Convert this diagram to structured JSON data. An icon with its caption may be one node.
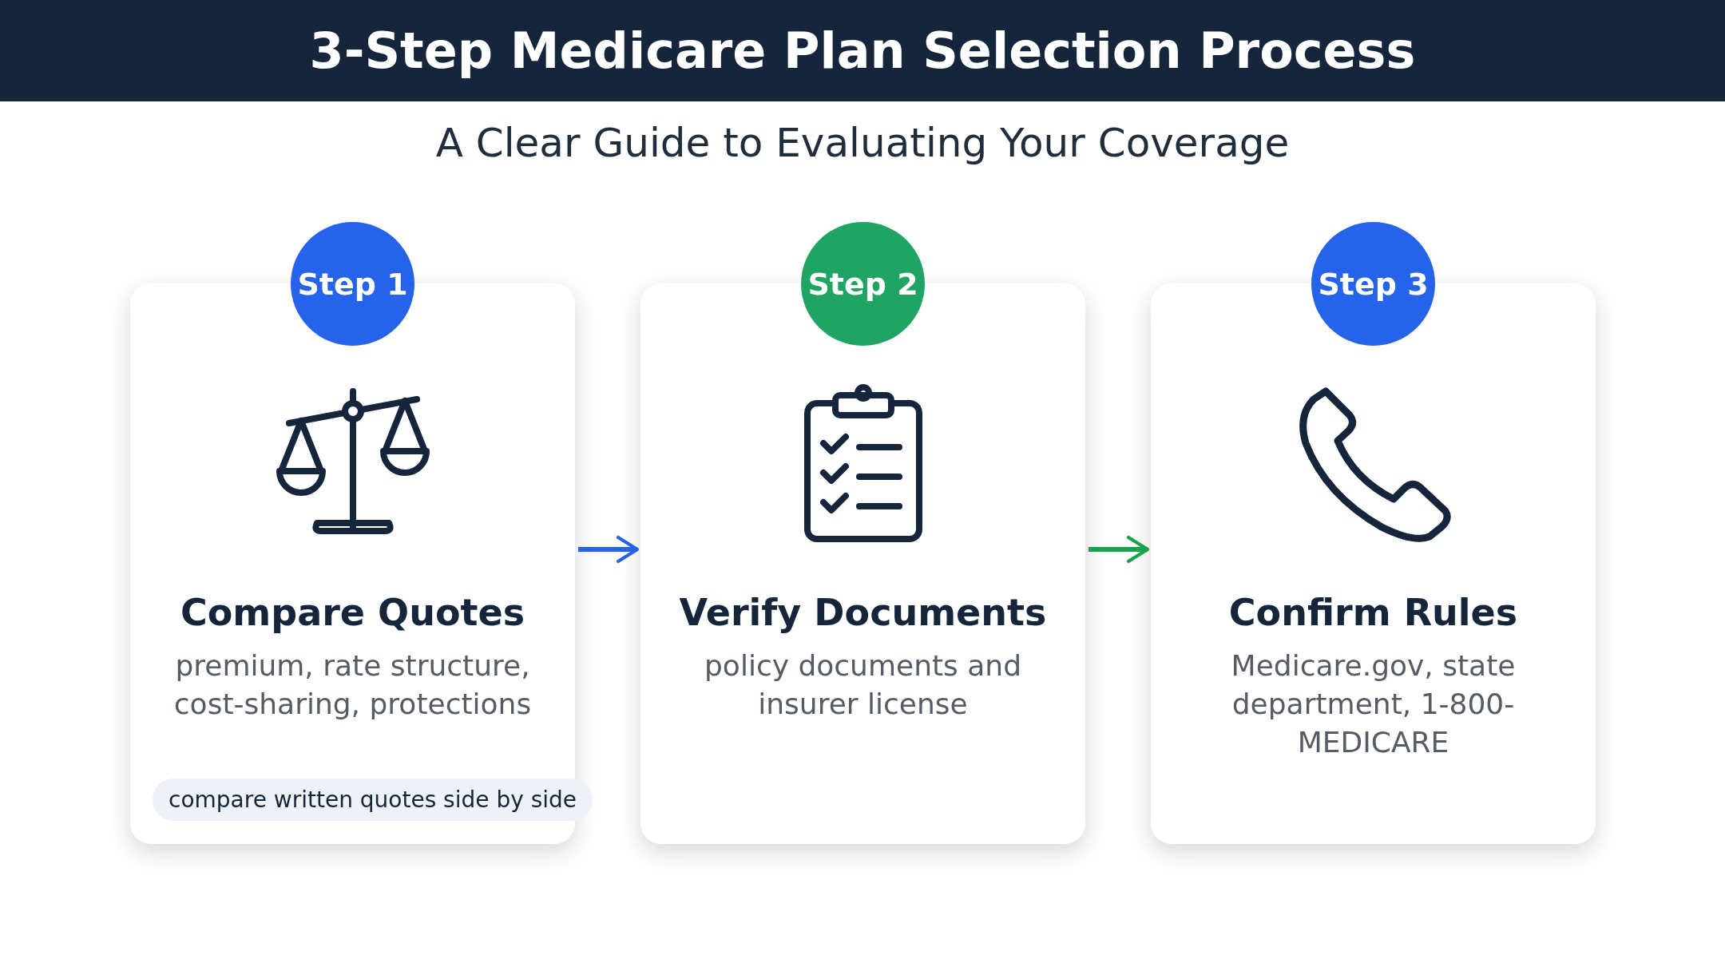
{
  "diagram": {
    "title": "3-Step Medicare Plan Selection Process",
    "caption": "A Clear Guide to Evaluating Your Coverage",
    "nodes": [
      {
        "text": [
          "Step 1"
        ]
      },
      {
        "text": [
          "Compare Quotes",
          "premium, rate structure, cost-sharing, protections"
        ]
      },
      {
        "text": [
          "compare written quotes side by side"
        ],
        "in": 1
      },
      {
        "text": [
          "Step 2"
        ]
      },
      {
        "text": [
          "Verify Documents",
          "policy documents and insurer license"
        ]
      },
      {
        "text": [
          "Step 3"
        ]
      },
      {
        "text": [
          "Confirm Rules",
          "Medicare.gov, state department, 1-800-MEDICARE"
        ]
      }
    ],
    "edges": [
      {
        "from": 1,
        "to": 4,
        "arrow": "to",
        "color": "#2563eb"
      },
      {
        "from": 4,
        "to": 6,
        "arrow": "to",
        "color": "#16a34a"
      }
    ]
  }
}
